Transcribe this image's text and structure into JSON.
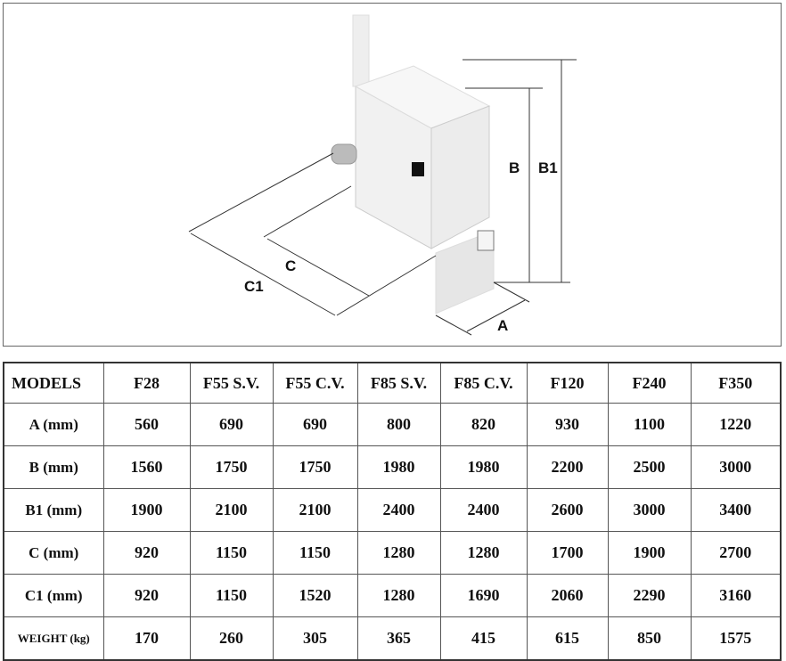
{
  "diagram": {
    "labels": {
      "A": "A",
      "B": "B",
      "B1": "B1",
      "C": "C",
      "C1": "C1"
    }
  },
  "table": {
    "header": [
      "MODELS",
      "F28",
      "F55 S.V.",
      "F55 C.V.",
      "F85 S.V.",
      "F85 C.V.",
      "F120",
      "F240",
      "F350"
    ],
    "rows": [
      {
        "label": "A (mm)",
        "values": [
          "560",
          "690",
          "690",
          "800",
          "820",
          "930",
          "1100",
          "1220"
        ]
      },
      {
        "label": "B (mm)",
        "values": [
          "1560",
          "1750",
          "1750",
          "1980",
          "1980",
          "2200",
          "2500",
          "3000"
        ]
      },
      {
        "label": "B1 (mm)",
        "values": [
          "1900",
          "2100",
          "2100",
          "2400",
          "2400",
          "2600",
          "3000",
          "3400"
        ]
      },
      {
        "label": "C (mm)",
        "values": [
          "920",
          "1150",
          "1150",
          "1280",
          "1280",
          "1700",
          "1900",
          "2700"
        ]
      },
      {
        "label": "C1 (mm)",
        "values": [
          "920",
          "1150",
          "1520",
          "1280",
          "1690",
          "2060",
          "2290",
          "3160"
        ]
      },
      {
        "label": "WEIGHT (kg)",
        "values": [
          "170",
          "260",
          "305",
          "365",
          "415",
          "615",
          "850",
          "1575"
        ]
      }
    ]
  }
}
